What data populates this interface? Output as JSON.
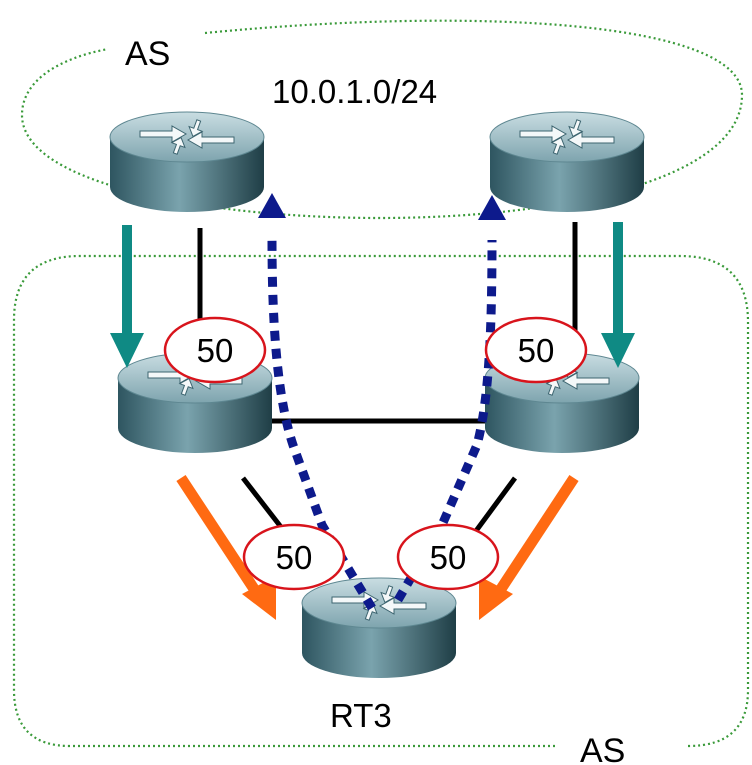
{
  "labels": {
    "as_top": "AS",
    "prefix": "10.0.1.0/24",
    "as_bottom": "AS",
    "rt3": "RT3"
  },
  "metrics": [
    "50",
    "50",
    "50",
    "50"
  ],
  "colors": {
    "boundary": "#3a9a3a",
    "teal_arrow": "#0f8a84",
    "orange_arrow": "#ff6a12",
    "advert_path": "#0d1a8c",
    "metric_ring": "#d8141c",
    "link": "#000000"
  },
  "icons": {
    "router": "router-icon"
  }
}
